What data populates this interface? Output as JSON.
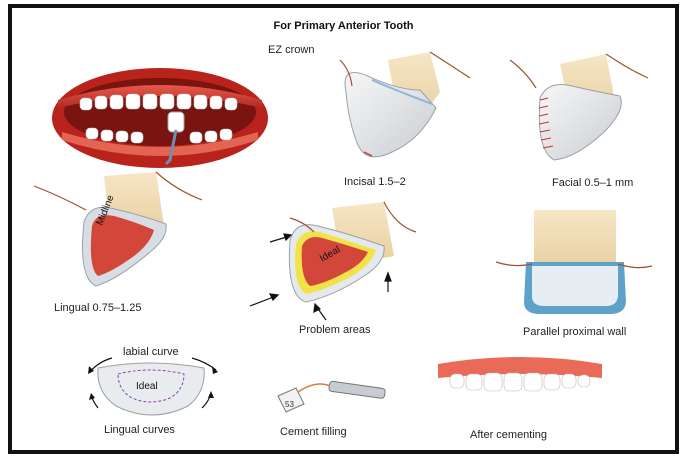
{
  "figure": {
    "title": "For Primary Anterior Tooth",
    "labels": {
      "ez_crown": "EZ crown",
      "incisal": "Incisal 1.5–2",
      "facial": "Facial 0.5–1 mm",
      "lingual": "Lingual 0.75–1.25",
      "problem_areas": "Problem areas",
      "parallel": "Parallel proximal wall",
      "labial_curve": "labial curve",
      "ideal_crown": "Ideal",
      "ideal_prep": "Ideal",
      "midline": "Midline",
      "lingual_curves": "Lingual curves",
      "cement_filling": "Cement filling",
      "after_cementing": "After cementing",
      "crown_number": "53"
    }
  }
}
